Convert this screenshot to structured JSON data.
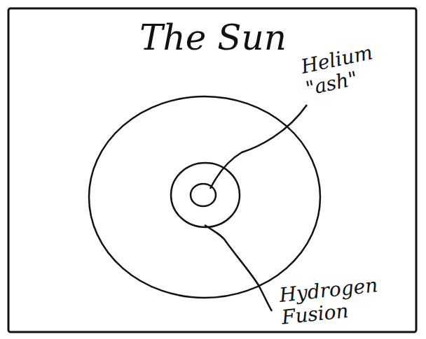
{
  "diagram": {
    "title": "The Sun",
    "labels": [
      "Helium \"ash\"",
      "Hydrogen Fusion"
    ]
  }
}
